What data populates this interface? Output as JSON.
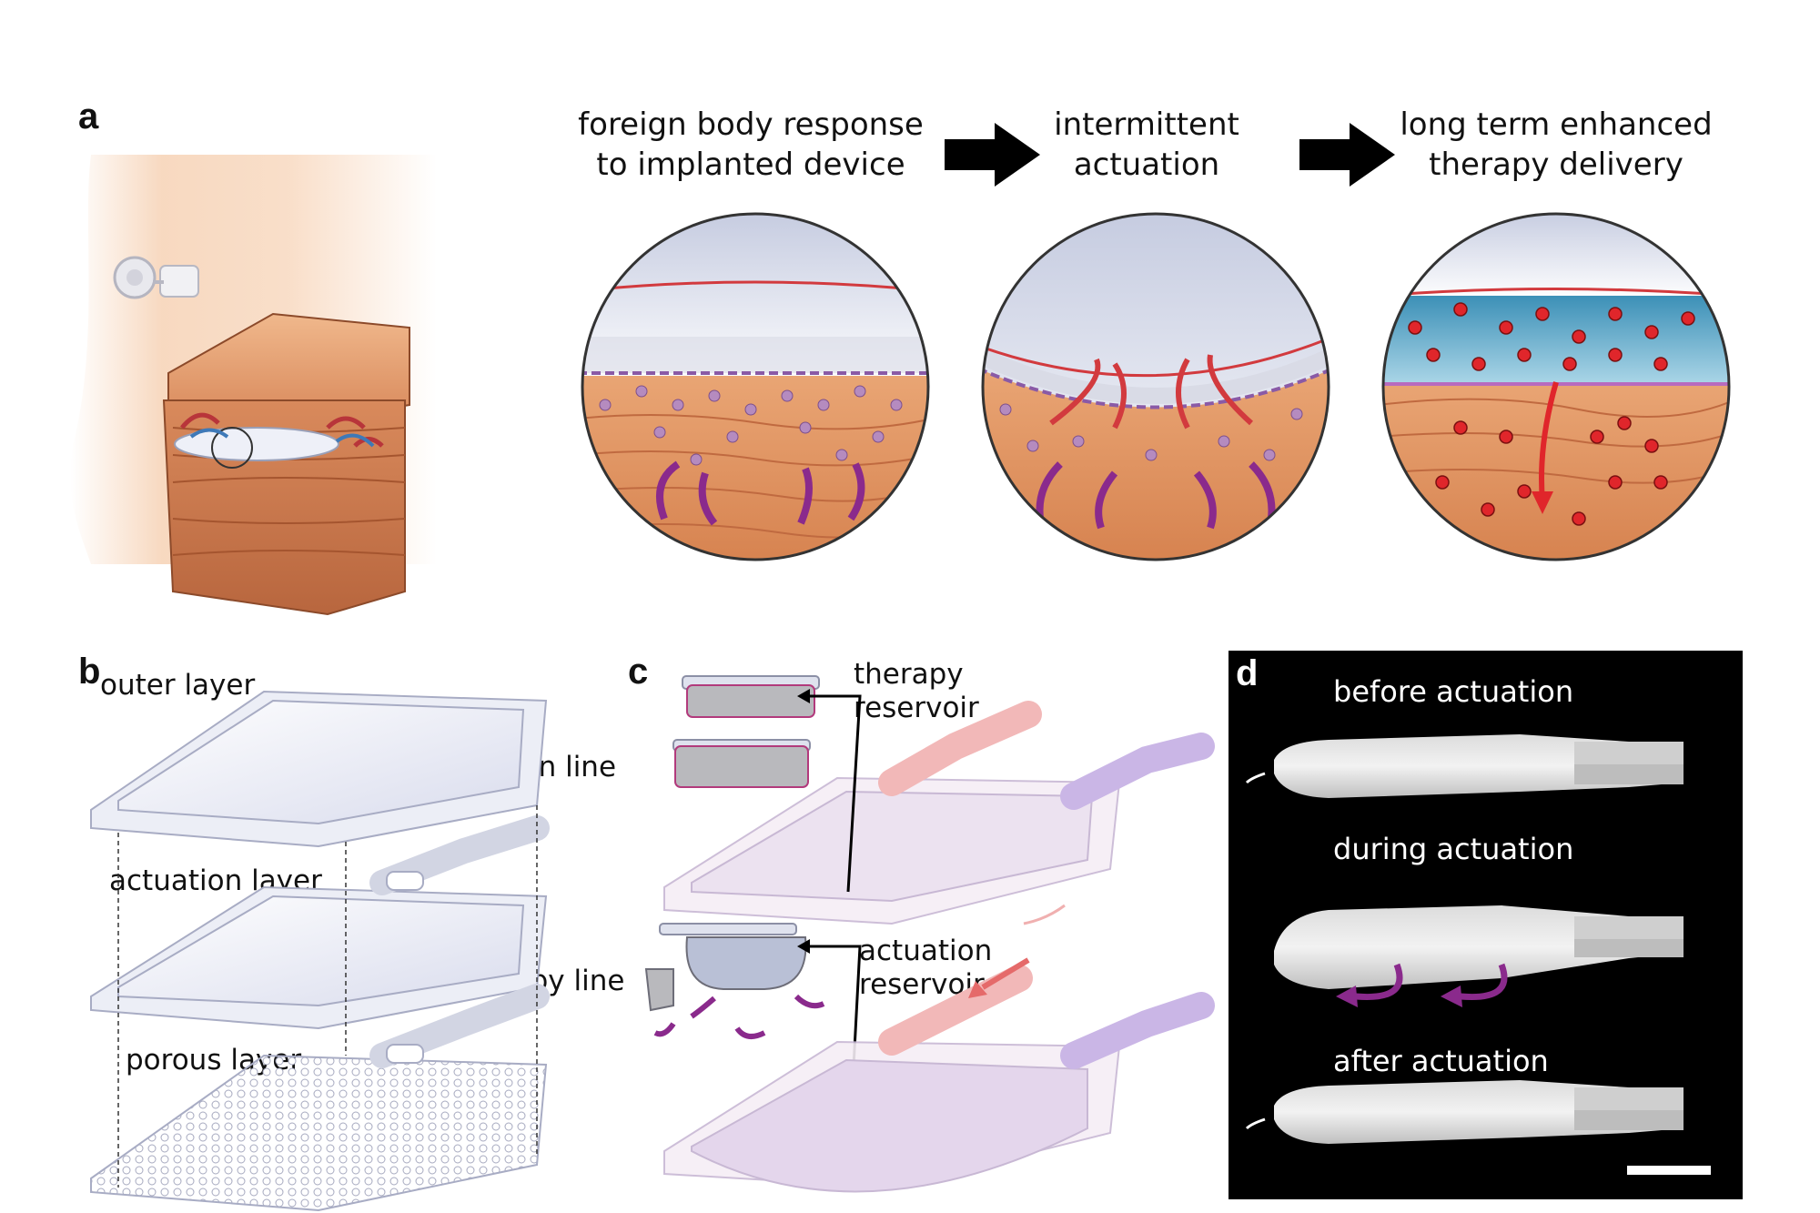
{
  "panel_a": {
    "letter": "a",
    "stages": [
      {
        "line1": "foreign body response",
        "line2": "to implanted device"
      },
      {
        "line1": "intermittent",
        "line2": "actuation"
      },
      {
        "line1": "long term enhanced",
        "line2": "therapy delivery"
      }
    ],
    "icons": [
      "arrow-right-icon",
      "arrow-right-icon"
    ]
  },
  "panel_b": {
    "letter": "b",
    "labels": {
      "outer_layer": "outer layer",
      "actuation_line": "actuation line",
      "actuation_layer": "actuation layer",
      "porous_layer": "porous layer",
      "therapy_line": "therapy line"
    }
  },
  "panel_c": {
    "letter": "c",
    "labels": {
      "therapy_reservoir_1": "therapy",
      "therapy_reservoir_2": "reservoir",
      "actuation_reservoir_1": "actuation",
      "actuation_reservoir_2": "reservoir"
    }
  },
  "panel_d": {
    "letter": "d",
    "labels": {
      "before": "before actuation",
      "during": "during actuation",
      "after": "after actuation"
    }
  },
  "colors": {
    "skin": "#f4c7a4",
    "muscle": "#d9845a",
    "capsule": "#c9ccd8",
    "cell": "#b58bbf",
    "flow_arrow": "#8a2a8c",
    "drug": "#e0262b",
    "device": "#e4e7f2",
    "black": "#000000"
  }
}
